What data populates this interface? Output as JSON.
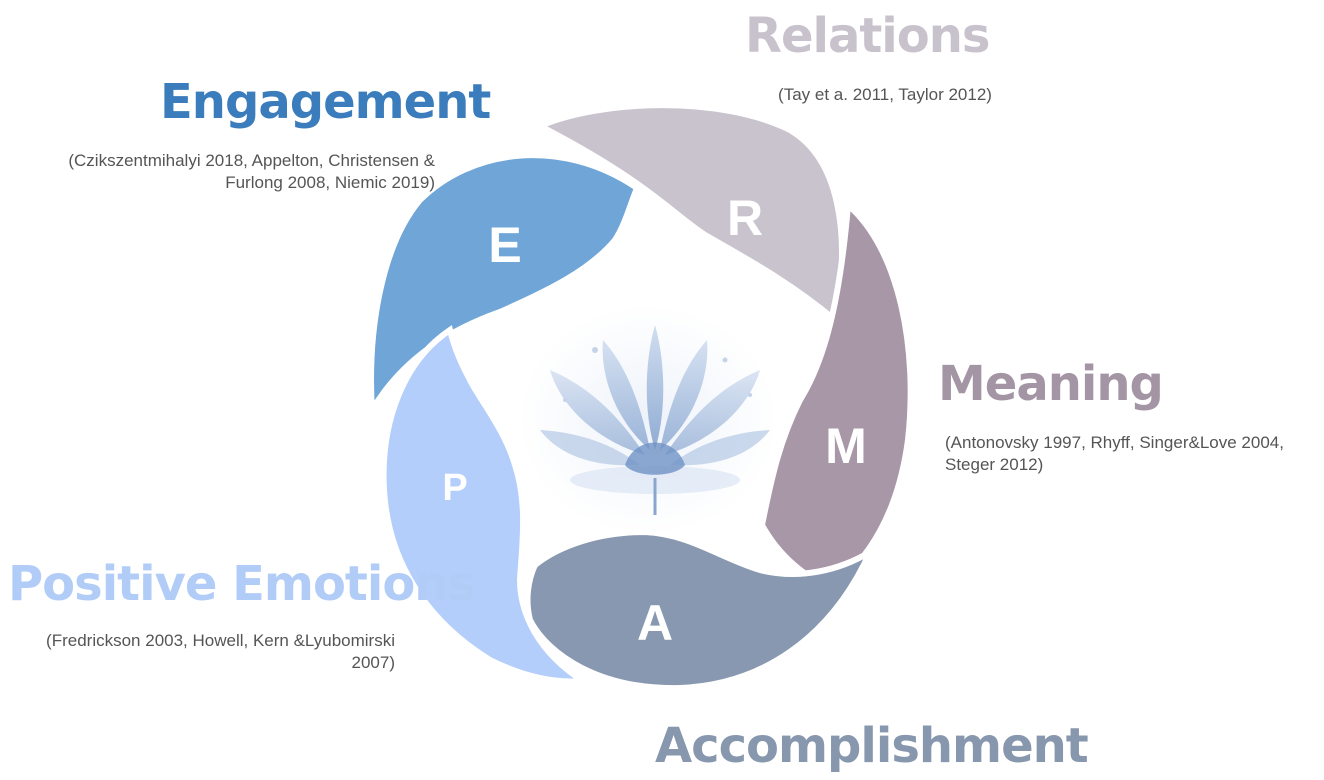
{
  "segments": {
    "engagement": {
      "letter": "E",
      "title": "Engagement",
      "citation": "(Czikszentmihalyi 2018, Appelton, Christensen & Furlong 2008, Niemic 2019)",
      "color": "#6fa5d7"
    },
    "relations": {
      "letter": "R",
      "title": "Relations",
      "citation": "(Tay et a. 2011, Taylor 2012)",
      "color": "#c9c3cd"
    },
    "meaning": {
      "letter": "M",
      "title": "Meaning",
      "citation": "(Antonovsky 1997, Rhyff, Singer&Love 2004, Steger 2012)",
      "color": "#a797a7"
    },
    "accomplishment": {
      "letter": "A",
      "title": "Accomplishment",
      "color": "#8898b0"
    },
    "positive": {
      "letter": "P",
      "title": "Positive Emotions",
      "citation": "(Fredrickson 2003, Howell, Kern &Lyubomirski 2007)",
      "color": "#b3cefa"
    }
  },
  "center_icon": "lotus-flower-icon"
}
